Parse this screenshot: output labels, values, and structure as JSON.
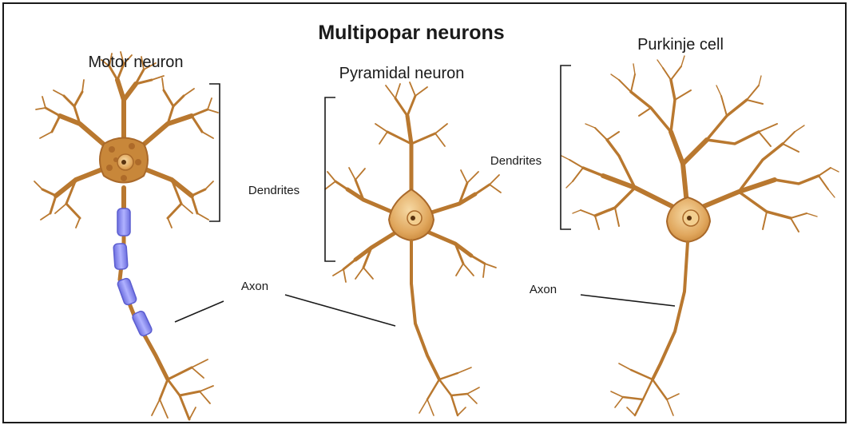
{
  "title": "Multipopar neurons",
  "neurons": {
    "motor": {
      "name": "Motor neuron"
    },
    "pyramidal": {
      "name": "Pyramidal neuron"
    },
    "purkinje": {
      "name": "Purkinje cell"
    }
  },
  "labels": {
    "dendrites": "Dendrites",
    "axon": "Axon"
  },
  "colors": {
    "neuron_fill": "#c8873a",
    "neuron_body": "#e6b46d",
    "myelin": "#8d8ef0",
    "nucleus": "#f6d9a4",
    "line": "#1a1a1a"
  }
}
